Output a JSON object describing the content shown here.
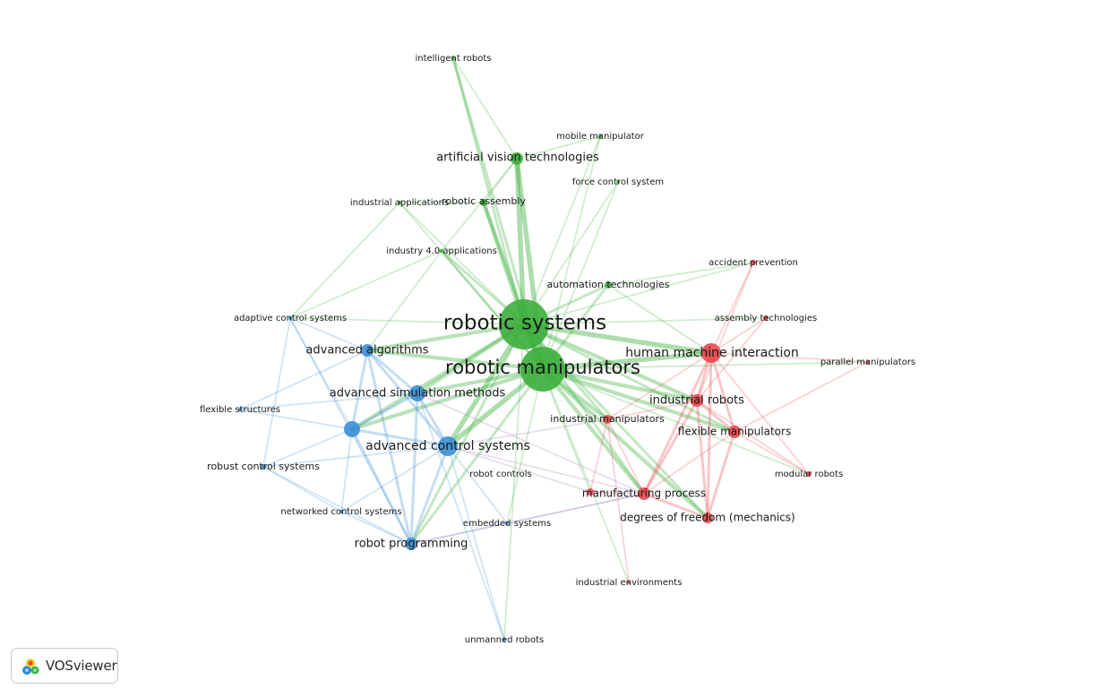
{
  "colors": {
    "cluster_green": "#3cae3c",
    "cluster_red": "#e8474c",
    "cluster_blue": "#3a8fd6",
    "label": "#1a1a1a",
    "background": "#ffffff"
  },
  "brand": {
    "name": "VOSviewer",
    "icon": "vosviewer-logo-icon"
  },
  "nodes": [
    {
      "id": "robotic-systems",
      "label": "robotic systems",
      "cluster": "green",
      "weight": 10
    },
    {
      "id": "robotic-manipulators",
      "label": "robotic manipulators",
      "cluster": "green",
      "weight": 9
    },
    {
      "id": "artificial-vision-technologies",
      "label": "artificial vision technologies",
      "cluster": "green",
      "weight": 3
    },
    {
      "id": "robotic-assembly",
      "label": "robotic assembly",
      "cluster": "green",
      "weight": 2
    },
    {
      "id": "intelligent-robots",
      "label": "intelligent robots",
      "cluster": "green",
      "weight": 1
    },
    {
      "id": "mobile-manipulator",
      "label": "mobile manipulator",
      "cluster": "green",
      "weight": 1
    },
    {
      "id": "force-control-system",
      "label": "force control system",
      "cluster": "green",
      "weight": 1
    },
    {
      "id": "industrial-applications",
      "label": "industrial applications",
      "cluster": "green",
      "weight": 1
    },
    {
      "id": "industry-40-applications",
      "label": "industry 4.0 applications",
      "cluster": "green",
      "weight": 1
    },
    {
      "id": "automation-technologies",
      "label": "automation technologies",
      "cluster": "green",
      "weight": 2
    },
    {
      "id": "human-machine-interaction",
      "label": "human machine interaction",
      "cluster": "red",
      "weight": 4
    },
    {
      "id": "industrial-robots",
      "label": "industrial robots",
      "cluster": "red",
      "weight": 3
    },
    {
      "id": "industrial-manipulators",
      "label": "industrial manipulators",
      "cluster": "red",
      "weight": 2
    },
    {
      "id": "flexible-manipulators",
      "label": "flexible manipulators",
      "cluster": "red",
      "weight": 2
    },
    {
      "id": "manufacturing-process",
      "label": "manufacturing process",
      "cluster": "red",
      "weight": 2
    },
    {
      "id": "degrees-of-freedom",
      "label": "degrees of freedom (mechanics)",
      "cluster": "red",
      "weight": 2
    },
    {
      "id": "accident-prevention",
      "label": "accident prevention",
      "cluster": "red",
      "weight": 1
    },
    {
      "id": "assembly-technologies",
      "label": "assembly technologies",
      "cluster": "red",
      "weight": 1
    },
    {
      "id": "parallel-manipulators",
      "label": "parallel manipulators",
      "cluster": "red",
      "weight": 1
    },
    {
      "id": "modular-robots",
      "label": "modular robots",
      "cluster": "red",
      "weight": 1
    },
    {
      "id": "industrial-environments",
      "label": "industrial environments",
      "cluster": "red",
      "weight": 1
    },
    {
      "id": "robot-controls",
      "label": "robot controls",
      "cluster": "red",
      "weight": 1
    },
    {
      "id": "advanced-algorithms",
      "label": "advanced algorithms",
      "cluster": "blue",
      "weight": 3
    },
    {
      "id": "advanced-simulation-methods",
      "label": "advanced simulation methods",
      "cluster": "blue",
      "weight": 3
    },
    {
      "id": "advanced-control-systems",
      "label": "advanced control systems",
      "cluster": "blue",
      "weight": 4
    },
    {
      "id": "blue-unlabeled-hub",
      "label": "",
      "cluster": "blue",
      "weight": 3
    },
    {
      "id": "robot-programming",
      "label": "robot programming",
      "cluster": "blue",
      "weight": 2
    },
    {
      "id": "adaptive-control-systems",
      "label": "adaptive control systems",
      "cluster": "blue",
      "weight": 1
    },
    {
      "id": "flexible-structures",
      "label": "flexible structures",
      "cluster": "blue",
      "weight": 1
    },
    {
      "id": "robust-control-systems",
      "label": "robust control systems",
      "cluster": "blue",
      "weight": 1
    },
    {
      "id": "networked-control-systems",
      "label": "networked control systems",
      "cluster": "blue",
      "weight": 1
    },
    {
      "id": "embedded-systems",
      "label": "embedded systems",
      "cluster": "blue",
      "weight": 1
    },
    {
      "id": "unmanned-robots",
      "label": "unmanned robots",
      "cluster": "blue",
      "weight": 1
    }
  ],
  "links": [
    [
      "robotic-systems",
      "robotic-manipulators",
      5
    ],
    [
      "robotic-systems",
      "artificial-vision-technologies",
      4
    ],
    [
      "robotic-manipulators",
      "artificial-vision-technologies",
      4
    ],
    [
      "robotic-systems",
      "robotic-assembly",
      3
    ],
    [
      "robotic-manipulators",
      "robotic-assembly",
      3
    ],
    [
      "robotic-systems",
      "intelligent-robots",
      2
    ],
    [
      "robotic-manipulators",
      "intelligent-robots",
      2
    ],
    [
      "artificial-vision-technologies",
      "intelligent-robots",
      1
    ],
    [
      "robotic-systems",
      "mobile-manipulator",
      1
    ],
    [
      "robotic-manipulators",
      "mobile-manipulator",
      1
    ],
    [
      "artificial-vision-technologies",
      "mobile-manipulator",
      1
    ],
    [
      "robotic-systems",
      "force-control-system",
      1
    ],
    [
      "robotic-manipulators",
      "force-control-system",
      1
    ],
    [
      "robotic-systems",
      "industrial-applications",
      1
    ],
    [
      "robotic-manipulators",
      "industrial-applications",
      1
    ],
    [
      "robotic-assembly",
      "industrial-applications",
      1
    ],
    [
      "robotic-systems",
      "industry-40-applications",
      2
    ],
    [
      "robotic-manipulators",
      "industry-40-applications",
      2
    ],
    [
      "robotic-systems",
      "automation-technologies",
      2
    ],
    [
      "robotic-manipulators",
      "automation-technologies",
      2
    ],
    [
      "artificial-vision-technologies",
      "robotic-assembly",
      1
    ],
    [
      "artificial-vision-technologies",
      "industry-40-applications",
      1
    ],
    [
      "robotic-systems",
      "human-machine-interaction",
      4
    ],
    [
      "robotic-manipulators",
      "human-machine-interaction",
      4
    ],
    [
      "robotic-systems",
      "industrial-robots",
      3
    ],
    [
      "robotic-manipulators",
      "industrial-robots",
      3
    ],
    [
      "robotic-systems",
      "industrial-manipulators",
      2
    ],
    [
      "robotic-manipulators",
      "industrial-manipulators",
      3
    ],
    [
      "robotic-systems",
      "flexible-manipulators",
      2
    ],
    [
      "robotic-manipulators",
      "flexible-manipulators",
      3
    ],
    [
      "robotic-systems",
      "manufacturing-process",
      2
    ],
    [
      "robotic-manipulators",
      "manufacturing-process",
      3
    ],
    [
      "robotic-systems",
      "degrees-of-freedom",
      2
    ],
    [
      "robotic-manipulators",
      "degrees-of-freedom",
      3
    ],
    [
      "human-machine-interaction",
      "industrial-robots",
      2
    ],
    [
      "human-machine-interaction",
      "accident-prevention",
      1
    ],
    [
      "human-machine-interaction",
      "assembly-technologies",
      1
    ],
    [
      "human-machine-interaction",
      "parallel-manipulators",
      1
    ],
    [
      "human-machine-interaction",
      "flexible-manipulators",
      2
    ],
    [
      "human-machine-interaction",
      "modular-robots",
      1
    ],
    [
      "human-machine-interaction",
      "manufacturing-process",
      2
    ],
    [
      "human-machine-interaction",
      "degrees-of-freedom",
      2
    ],
    [
      "human-machine-interaction",
      "industrial-manipulators",
      1
    ],
    [
      "industrial-robots",
      "flexible-manipulators",
      2
    ],
    [
      "industrial-robots",
      "manufacturing-process",
      2
    ],
    [
      "industrial-robots",
      "degrees-of-freedom",
      2
    ],
    [
      "industrial-robots",
      "modular-robots",
      1
    ],
    [
      "industrial-robots",
      "accident-prevention",
      1
    ],
    [
      "industrial-robots",
      "assembly-technologies",
      1
    ],
    [
      "industrial-robots",
      "industrial-manipulators",
      1
    ],
    [
      "flexible-manipulators",
      "degrees-of-freedom",
      2
    ],
    [
      "flexible-manipulators",
      "manufacturing-process",
      1
    ],
    [
      "flexible-manipulators",
      "modular-robots",
      1
    ],
    [
      "flexible-manipulators",
      "parallel-manipulators",
      1
    ],
    [
      "manufacturing-process",
      "degrees-of-freedom",
      2
    ],
    [
      "industrial-manipulators",
      "manufacturing-process",
      1
    ],
    [
      "industrial-manipulators",
      "robot-controls",
      1
    ],
    [
      "industrial-manipulators",
      "industrial-environments",
      1
    ],
    [
      "robotic-systems",
      "accident-prevention",
      1
    ],
    [
      "robotic-systems",
      "assembly-technologies",
      1
    ],
    [
      "robotic-manipulators",
      "parallel-manipulators",
      1
    ],
    [
      "robotic-manipulators",
      "modular-robots",
      1
    ],
    [
      "robotic-manipulators",
      "industrial-environments",
      1
    ],
    [
      "automation-technologies",
      "accident-prevention",
      1
    ],
    [
      "automation-technologies",
      "human-machine-interaction",
      1
    ],
    [
      "robotic-systems",
      "advanced-algorithms",
      3
    ],
    [
      "robotic-manipulators",
      "advanced-algorithms",
      3
    ],
    [
      "robotic-systems",
      "advanced-simulation-methods",
      3
    ],
    [
      "robotic-manipulators",
      "advanced-simulation-methods",
      3
    ],
    [
      "robotic-systems",
      "advanced-control-systems",
      4
    ],
    [
      "robotic-manipulators",
      "advanced-control-systems",
      4
    ],
    [
      "robotic-systems",
      "blue-unlabeled-hub",
      3
    ],
    [
      "robotic-manipulators",
      "blue-unlabeled-hub",
      3
    ],
    [
      "robotic-systems",
      "robot-programming",
      2
    ],
    [
      "robotic-manipulators",
      "robot-programming",
      2
    ],
    [
      "robotic-systems",
      "adaptive-control-systems",
      1
    ],
    [
      "robotic-manipulators",
      "embedded-systems",
      1
    ],
    [
      "robotic-systems",
      "robot-controls",
      1
    ],
    [
      "advanced-algorithms",
      "advanced-simulation-methods",
      2
    ],
    [
      "advanced-algorithms",
      "blue-unlabeled-hub",
      2
    ],
    [
      "advanced-algorithms",
      "advanced-control-systems",
      2
    ],
    [
      "advanced-algorithms",
      "adaptive-control-systems",
      1
    ],
    [
      "advanced-algorithms",
      "robot-programming",
      2
    ],
    [
      "advanced-algorithms",
      "flexible-structures",
      1
    ],
    [
      "advanced-algorithms",
      "industry-40-applications",
      1
    ],
    [
      "advanced-simulation-methods",
      "blue-unlabeled-hub",
      2
    ],
    [
      "advanced-simulation-methods",
      "advanced-control-systems",
      2
    ],
    [
      "advanced-simulation-methods",
      "robot-programming",
      2
    ],
    [
      "advanced-simulation-methods",
      "flexible-structures",
      1
    ],
    [
      "blue-unlabeled-hub",
      "advanced-control-systems",
      2
    ],
    [
      "blue-unlabeled-hub",
      "robot-programming",
      2
    ],
    [
      "blue-unlabeled-hub",
      "robust-control-systems",
      1
    ],
    [
      "blue-unlabeled-hub",
      "networked-control-systems",
      1
    ],
    [
      "blue-unlabeled-hub",
      "flexible-structures",
      1
    ],
    [
      "advanced-control-systems",
      "robot-programming",
      2
    ],
    [
      "advanced-control-systems",
      "networked-control-systems",
      1
    ],
    [
      "advanced-control-systems",
      "robust-control-systems",
      1
    ],
    [
      "advanced-control-systems",
      "robot-controls",
      1
    ],
    [
      "advanced-control-systems",
      "embedded-systems",
      1
    ],
    [
      "advanced-control-systems",
      "manufacturing-process",
      1
    ],
    [
      "adaptive-control-systems",
      "robust-control-systems",
      1
    ],
    [
      "adaptive-control-systems",
      "blue-unlabeled-hub",
      1
    ],
    [
      "adaptive-control-systems",
      "robot-programming",
      1
    ],
    [
      "adaptive-control-systems",
      "industry-40-applications",
      1
    ],
    [
      "adaptive-control-systems",
      "industrial-applications",
      1
    ],
    [
      "robust-control-systems",
      "networked-control-systems",
      1
    ],
    [
      "robust-control-systems",
      "robot-programming",
      1
    ],
    [
      "networked-control-systems",
      "robot-programming",
      1
    ],
    [
      "robot-programming",
      "embedded-systems",
      1
    ],
    [
      "robot-programming",
      "manufacturing-process",
      1
    ],
    [
      "unmanned-robots",
      "advanced-control-systems",
      1
    ],
    [
      "unmanned-robots",
      "robotic-systems",
      1
    ],
    [
      "unmanned-robots",
      "advanced-simulation-methods",
      1
    ],
    [
      "embedded-systems",
      "manufacturing-process",
      1
    ],
    [
      "robot-controls",
      "manufacturing-process",
      1
    ],
    [
      "advanced-control-systems",
      "industrial-manipulators",
      1
    ],
    [
      "advanced-simulation-methods",
      "manufacturing-process",
      1
    ]
  ]
}
